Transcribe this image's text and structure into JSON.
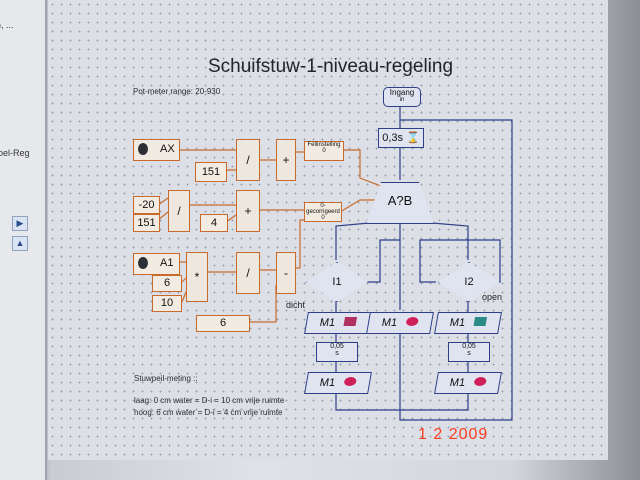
{
  "left_panel": {
    "top_text": "), ...",
    "mid_text": "oel-Reg"
  },
  "title": "Schuifstuw-1-niveau-regeling",
  "pot_meter_note": "Pot-meter range: 20-930",
  "inputs": {
    "ax": "AX",
    "a1": "A1"
  },
  "constants": {
    "c151a": "151",
    "cm20": "-20",
    "c151b": "151",
    "c4": "4",
    "c6a": "6",
    "c10": "10",
    "c6b": "6"
  },
  "ops": {
    "div1": "/",
    "plus1": "+",
    "div2": "/",
    "plus2": "+",
    "mul": "*",
    "div3": "/",
    "minus": "-"
  },
  "panels": {
    "fellinstelling": "Fellinstelling",
    "fell_val": "0",
    "gecorrigeerd": "0-gecorrigeerd",
    "gec_val": "0"
  },
  "flow": {
    "ingang": "Ingang",
    "in": "in",
    "wait1": "0,3s",
    "compare": "A?B",
    "i1": "I1",
    "i2": "I2",
    "dicht": "dicht",
    "open": "open",
    "m1_left": "M1",
    "m1_mid": "M1",
    "m1_right": "M1",
    "wait_left": "0,05",
    "wait_right": "0,05",
    "sec": "s",
    "m1_left2": "M1",
    "m1_right2": "M1"
  },
  "stuwpeil": {
    "heading": "Stuwpeil-meting ::",
    "line1": "laag: 0 cm water = D-i = 10 cm vrije ruimte",
    "line2": "hoog: 6 cm water = D-i = 4 cm vrije ruimte"
  },
  "date_stamp": "1  2 2009"
}
